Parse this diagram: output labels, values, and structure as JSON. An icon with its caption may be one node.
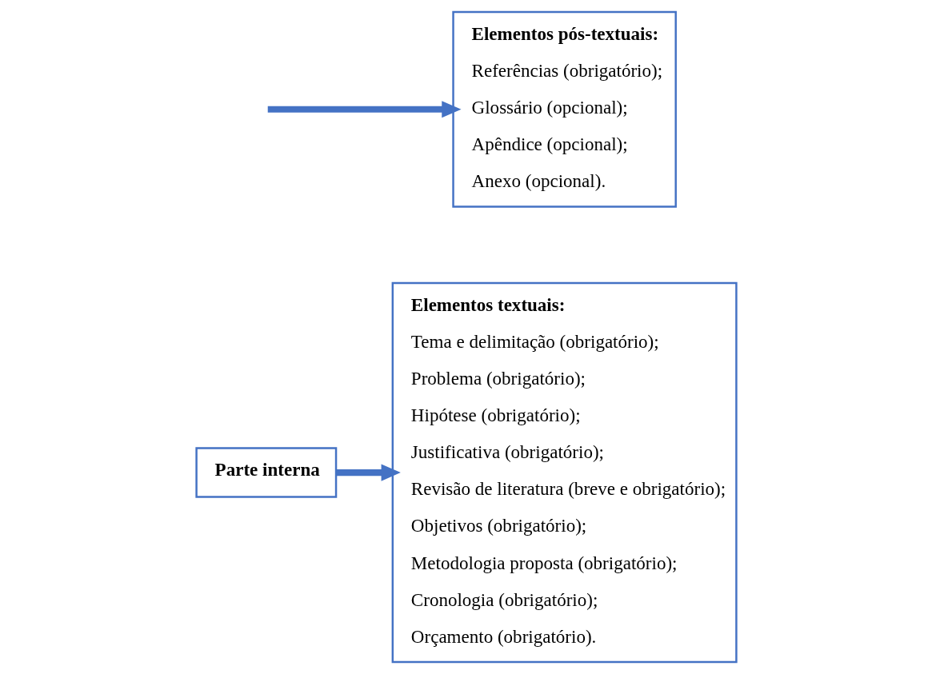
{
  "diagram": {
    "nodes": [
      {
        "text": [
          "Parte interna"
        ]
      },
      {
        "text": [
          "Elementos textuais:",
          "Tema e delimitação (obrigatório);",
          "Problema (obrigatório);",
          "Hipótese (obrigatório);",
          "Justificativa (obrigatório);",
          "Revisão de literatura (breve e obrigatório);",
          "Objetivos (obrigatório);",
          "Metodologia proposta (obrigatório);",
          "Cronologia (obrigatório);",
          "Orçamento (obrigatório)."
        ]
      },
      {
        "text": [
          "Elementos pós-textuais:",
          "Referências (obrigatório);",
          "Glossário (opcional);",
          "Apêndice (opcional);",
          "Anexo (opcional)."
        ]
      }
    ],
    "edges": [
      {
        "from": 0,
        "to": 1,
        "arrow": "to"
      },
      {
        "from": null,
        "to": 2,
        "arrow": "to"
      }
    ]
  }
}
